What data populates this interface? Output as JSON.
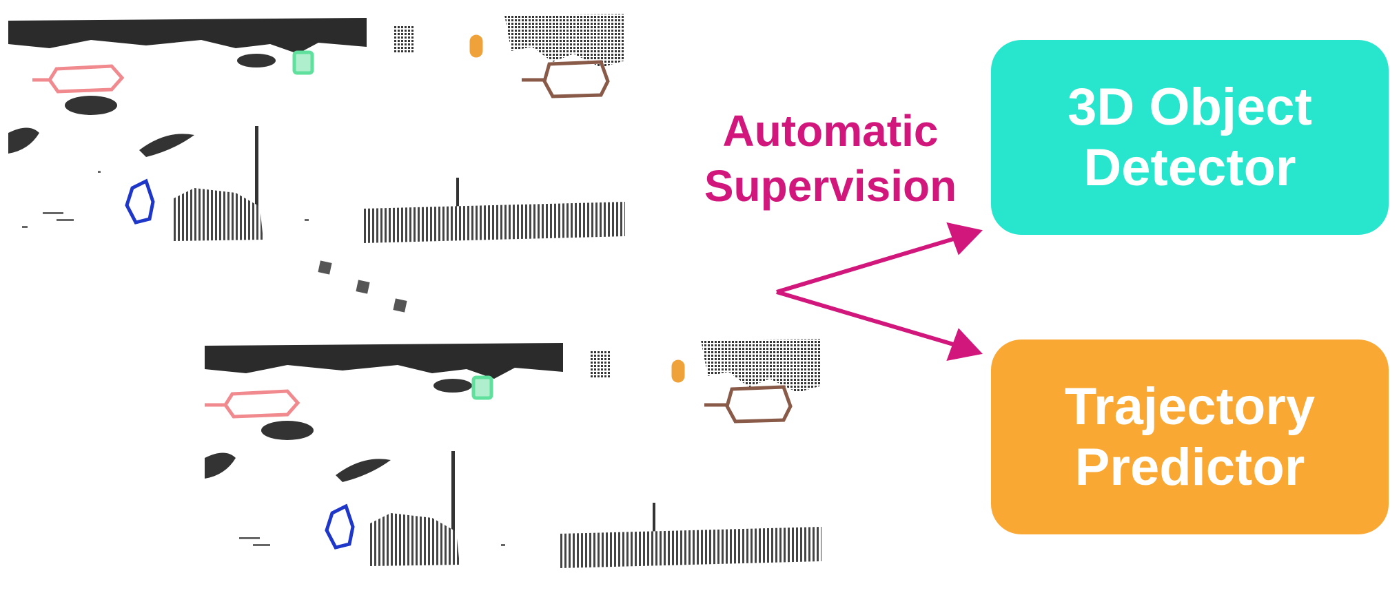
{
  "label": {
    "text": "Automatic\nSupervision",
    "color": "#d1177c"
  },
  "boxes": [
    {
      "id": "detector",
      "text": "3D Object\nDetector",
      "color": "#28e6cd"
    },
    {
      "id": "predictor",
      "text": "Trajectory\nPredictor",
      "color": "#f9a933"
    }
  ],
  "arrow_color": "#d1177c",
  "object_box_colors": [
    "#f08a8e",
    "#5fe09c",
    "#f0a23a",
    "#8a5a49",
    "#1e37c8"
  ],
  "icons": [
    "lidar-point-cloud-frame",
    "ellipsis-dots",
    "arrow-icon"
  ]
}
